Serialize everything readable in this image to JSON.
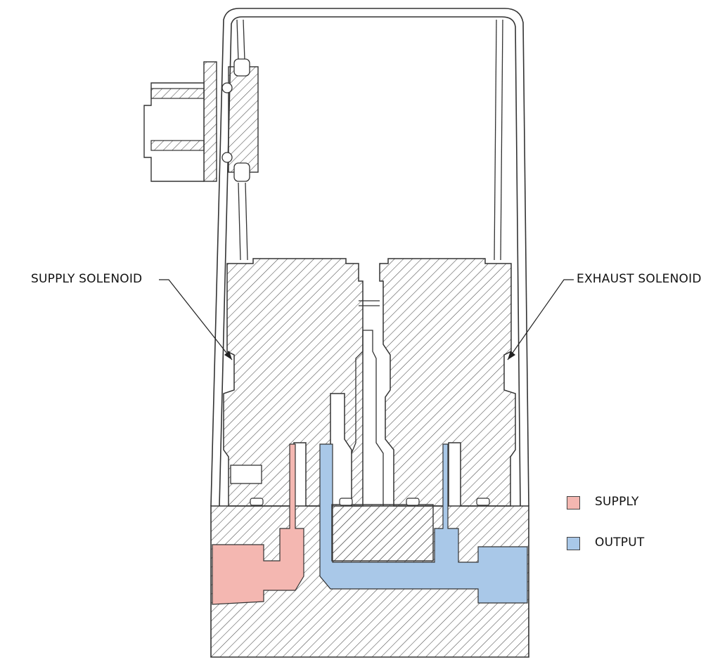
{
  "labels": {
    "supply_solenoid": "SUPPLY SOLENOID",
    "exhaust_solenoid": "EXHAUST SOLENOID"
  },
  "legend": {
    "supply": "SUPPLY",
    "output": "OUTPUT"
  },
  "colors": {
    "supply": "#f4b7b1",
    "output": "#a9c8e8",
    "line": "#333333",
    "hatch": "#4a4a4a"
  }
}
